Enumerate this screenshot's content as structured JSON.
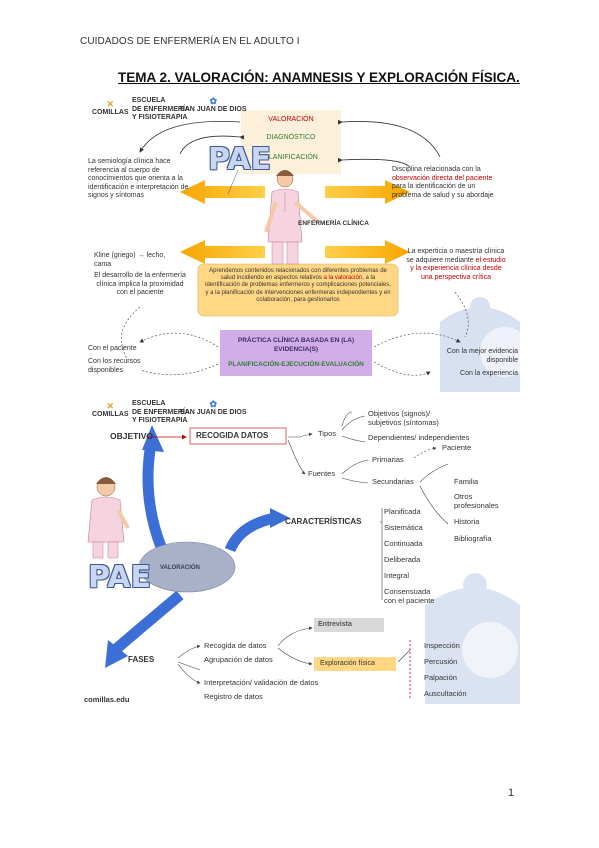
{
  "header": "CUIDADOS DE ENFERMERÍA EN EL ADULTO I",
  "title": "TEMA 2. VALORACIÓN: ANAMNESIS Y EXPLORACIÓN FÍSICA.",
  "page_number": "1",
  "logos": {
    "comillas": "COMILLAS",
    "escuela": [
      "ESCUELA",
      "DE ENFERMERÍA",
      "Y FISIOTERAPIA"
    ],
    "san_juan": "SAN JUAN DE DIOS"
  },
  "diagram1": {
    "pae": "PAE",
    "steps": [
      "VALORACIÓN",
      "DIAGNÓSTICO",
      "PLANIFICACIÓN"
    ],
    "left_text": "La semiología clínica hace referencia al cuerpo de conocimientos que orienta a la identificación e interpretación de signos y síntomas",
    "right_text_a": "Disciplina relacionada con la ",
    "right_text_red": "observación directa del paciente",
    "right_text_b": " para la identificación de un problema de salud y su abordaje",
    "center_label": "ENFERMERÍA CLÍNICA",
    "kline": "Kline (griego) → lecho, cama",
    "develop": "El desarrollo de la enfermería clínica implica la proximidad con el paciente",
    "expert_a": "La experticia o maestría clínica se adquiere mediante ",
    "expert_red": "el estudio y la experiencia clínica desde una perspectiva crítica",
    "yellow_a": "Aprendemos contenidos relacionados con diferentes problemas de salud incidiendo en aspectos relativos ",
    "yellow_red": "a la valoración",
    "yellow_b": ", a la identificación de problemas enfermeros y complicaciones potenciales, y a la planificación de intervenciones enfermeras independientes y en colaboración, para gestionarlos",
    "practice_title": "PRÁCTICA CLÍNICA BASADA EN (LA) EVIDENCIA(S)",
    "practice_sub": "PLANIFICACIÓN-EJECUCIÓN-EVALUACIÓN",
    "bottom_left": [
      "Con el paciente",
      "Con los recursos disponibles"
    ],
    "bottom_right": [
      "Con la mejor evidencia disponible",
      "Con la experiencia"
    ]
  },
  "diagram2": {
    "objetivo": "OBJETIVO",
    "recogida": "RECOGIDA DATOS",
    "tipos": "Tipos",
    "tipos_items": [
      "Objetivos (signos)/",
      "subjetivos (síntomas)",
      "Dependientes/ independientes"
    ],
    "fuentes": "Fuentes",
    "primarias": "Primarias",
    "paciente": "Paciente",
    "secundarias": "Secundarias",
    "secundarias_items": [
      "Familia",
      "Otros",
      "profesionales",
      "Historia",
      "Bibliografía"
    ],
    "caracteristicas": "CARACTERÍSTICAS",
    "caracteristicas_items": [
      "Planificada",
      "Sistemática",
      "Continuada",
      "Deliberada",
      "Integral",
      "Consensuada",
      "con el paciente"
    ],
    "valoracion": "VALORACIÓN",
    "pae": "PAE",
    "fases": "FASES",
    "fases_items": [
      "Recogida de datos",
      "Agrupación de datos",
      "Interpretación/ validación de datos",
      "Registro de datos"
    ],
    "entrevista": "Entrevista",
    "exploracion": "Exploración física",
    "exploracion_items": [
      "Inspección",
      "Percusión",
      "Palpación",
      "Auscultación"
    ],
    "footer": "comillas.edu"
  }
}
